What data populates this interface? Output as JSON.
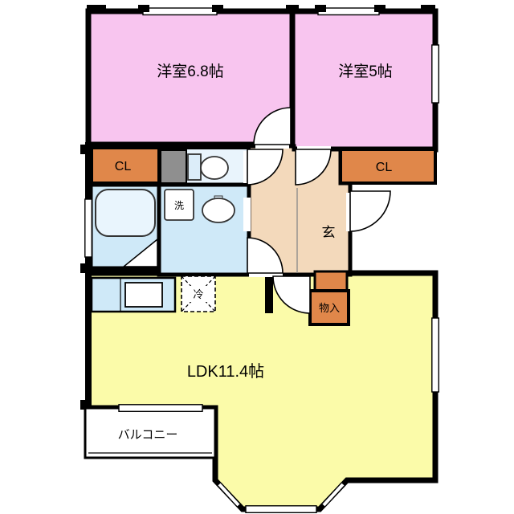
{
  "labels": {
    "bedroom1": "洋室6.8帖",
    "bedroom2": "洋室5帖",
    "closet_left": "CL",
    "closet_right": "CL",
    "entrance": "玄",
    "washer": "洗",
    "refrigerator": "冷",
    "storage": "物入",
    "ldk": "LDK11.4帖",
    "balcony": "バルコニー"
  },
  "colors": {
    "background": "#ffffff",
    "wall": "#000000",
    "bedroom": "#f8c5ef",
    "ldk": "#fbfba9",
    "closet": "#e0874a",
    "entrance": "#f3d9bb",
    "water": "#cfe9f8",
    "water_light": "#e9f4fc",
    "fixture_gray": "#8f8f8f"
  }
}
